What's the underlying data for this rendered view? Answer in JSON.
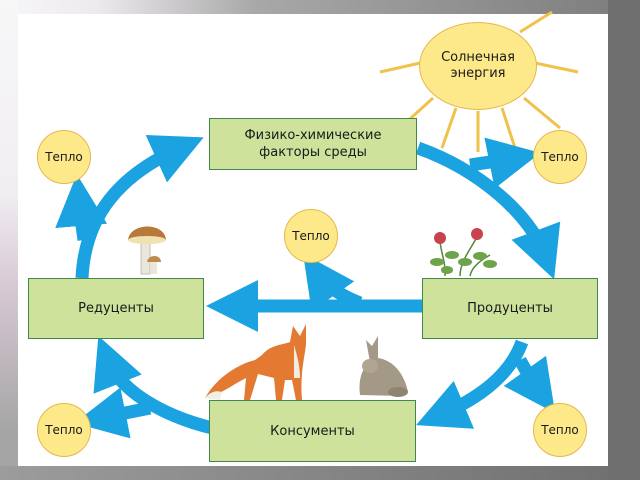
{
  "diagram": {
    "type": "ecosystem energy and matter cycle",
    "sun": {
      "line1": "Солнечная",
      "line2": "энергия"
    },
    "boxes": {
      "physchem": {
        "line1": "Физико-химические",
        "line2": "факторы среды"
      },
      "reducers": "Редуценты",
      "producers": "Продуценты",
      "consumers": "Консументы"
    },
    "heat_label": "Тепло",
    "illustrations": [
      "mushroom",
      "clover",
      "fox",
      "hare"
    ],
    "colors": {
      "arrow": "#1aa3e0",
      "box_fill": "#cfe29c",
      "box_border": "#3f8a4a",
      "heat_fill": "#fde98a",
      "heat_border": "#e6b84a"
    },
    "flows": [
      {
        "from": "Физико-химические факторы среды",
        "to": "Продуценты"
      },
      {
        "from": "Физико-химические факторы среды",
        "to": "Тепло"
      },
      {
        "from": "Продуценты",
        "to": "Редуценты"
      },
      {
        "from": "Продуценты",
        "to": "Тепло"
      },
      {
        "from": "Продуценты",
        "to": "Консументы"
      },
      {
        "from": "Консументы",
        "to": "Редуценты"
      },
      {
        "from": "Консументы",
        "to": "Тепло"
      },
      {
        "from": "Редуценты",
        "to": "Физико-химические факторы среды"
      },
      {
        "from": "Редуценты",
        "to": "Тепло"
      }
    ]
  }
}
